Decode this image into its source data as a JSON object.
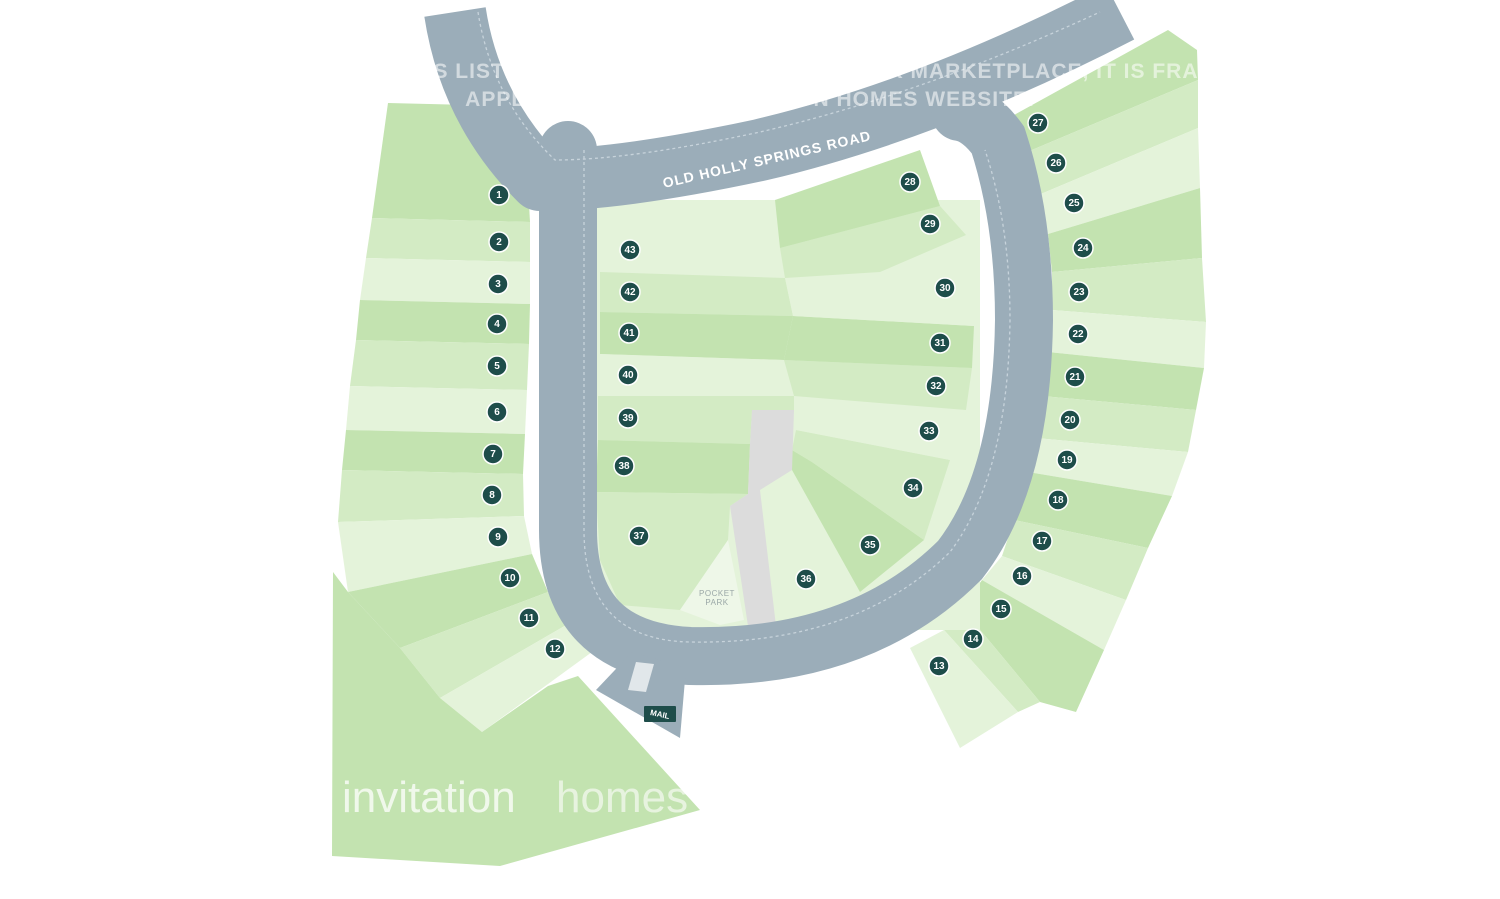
{
  "map": {
    "road_name": "OLD HOLLY SPRINGS ROAD",
    "pocket_park_line1": "POCKET",
    "pocket_park_line2": "PARK",
    "mail_label": "MAIL",
    "watermark": {
      "line1": "IF YOU SEE THIS LISTING ON CRAIGSLIST OR FACEBOOK MARKETPLACE, IT IS FRAUD.",
      "line2": "APPLY ONLY ON THE INVITATION HOMES WEBSITE."
    },
    "brand": {
      "word1": "invitation",
      "word2": "homes"
    },
    "colors": {
      "lot_dark": "#c3e3b0",
      "lot_mid": "#d3ebc4",
      "lot_light": "#e4f3da",
      "road": "#9badb9",
      "marker": "#1e4d4a"
    },
    "lots": [
      "1",
      "2",
      "3",
      "4",
      "5",
      "6",
      "7",
      "8",
      "9",
      "10",
      "11",
      "12",
      "13",
      "14",
      "15",
      "16",
      "17",
      "18",
      "19",
      "20",
      "21",
      "22",
      "23",
      "24",
      "25",
      "26",
      "27",
      "28",
      "29",
      "30",
      "31",
      "32",
      "33",
      "34",
      "35",
      "36",
      "37",
      "38",
      "39",
      "40",
      "41",
      "42",
      "43"
    ]
  }
}
